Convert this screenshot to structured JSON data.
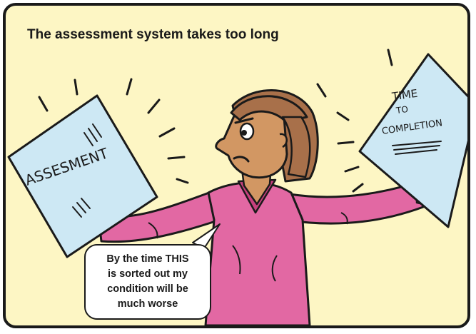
{
  "cartoon": {
    "title": "The assessment system takes too long",
    "left_document_label": "ASSESMENT",
    "right_document_lines": [
      "TIME",
      "TO",
      "COMPLETION"
    ],
    "speech_bubble_lines": [
      "By the time THIS",
      "is sorted out my",
      "condition will be",
      "much worse"
    ]
  },
  "colors": {
    "panel_background": "#fdf6c4",
    "border": "#1a1a1a",
    "paper": "#cde8f4",
    "sweater": "#e268a3",
    "skin": "#d29763",
    "hair": "#a8704a",
    "bubble": "#ffffff"
  },
  "icons": [
    "frustrated-woman-illustration",
    "assessment-document-icon",
    "completion-document-icon",
    "speech-bubble"
  ]
}
